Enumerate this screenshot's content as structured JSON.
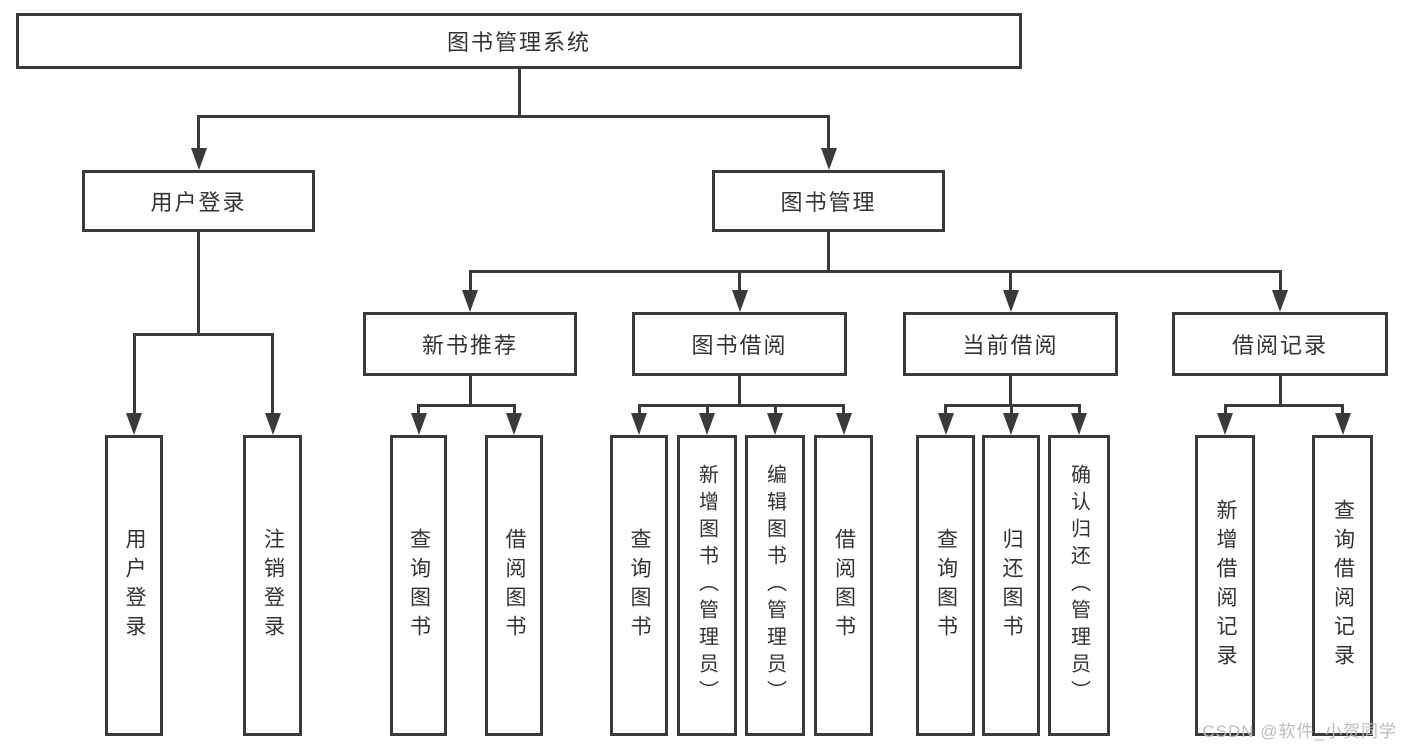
{
  "diagram": {
    "root": {
      "label": "图书管理系统"
    },
    "branches": [
      {
        "label": "用户登录",
        "children": [
          {
            "label": "用户登录"
          },
          {
            "label": "注销登录"
          }
        ]
      },
      {
        "label": "图书管理",
        "children": [
          {
            "label": "新书推荐",
            "children": [
              {
                "label": "查询图书"
              },
              {
                "label": "借阅图书"
              }
            ]
          },
          {
            "label": "图书借阅",
            "children": [
              {
                "label": "查询图书"
              },
              {
                "label": "新增图书（管理员）"
              },
              {
                "label": "编辑图书（管理员）"
              },
              {
                "label": "借阅图书"
              }
            ]
          },
          {
            "label": "当前借阅",
            "children": [
              {
                "label": "查询图书"
              },
              {
                "label": "归还图书"
              },
              {
                "label": "确认归还（管理员）"
              }
            ]
          },
          {
            "label": "借阅记录",
            "children": [
              {
                "label": "新增借阅记录"
              },
              {
                "label": "查询借阅记录"
              }
            ]
          }
        ]
      }
    ]
  },
  "watermark": {
    "text": "CSDN @软件_小贺同学"
  },
  "colors": {
    "line": "#3a3a3a",
    "text": "#333333",
    "background": "#ffffff",
    "watermark": "#bdbdbd"
  }
}
